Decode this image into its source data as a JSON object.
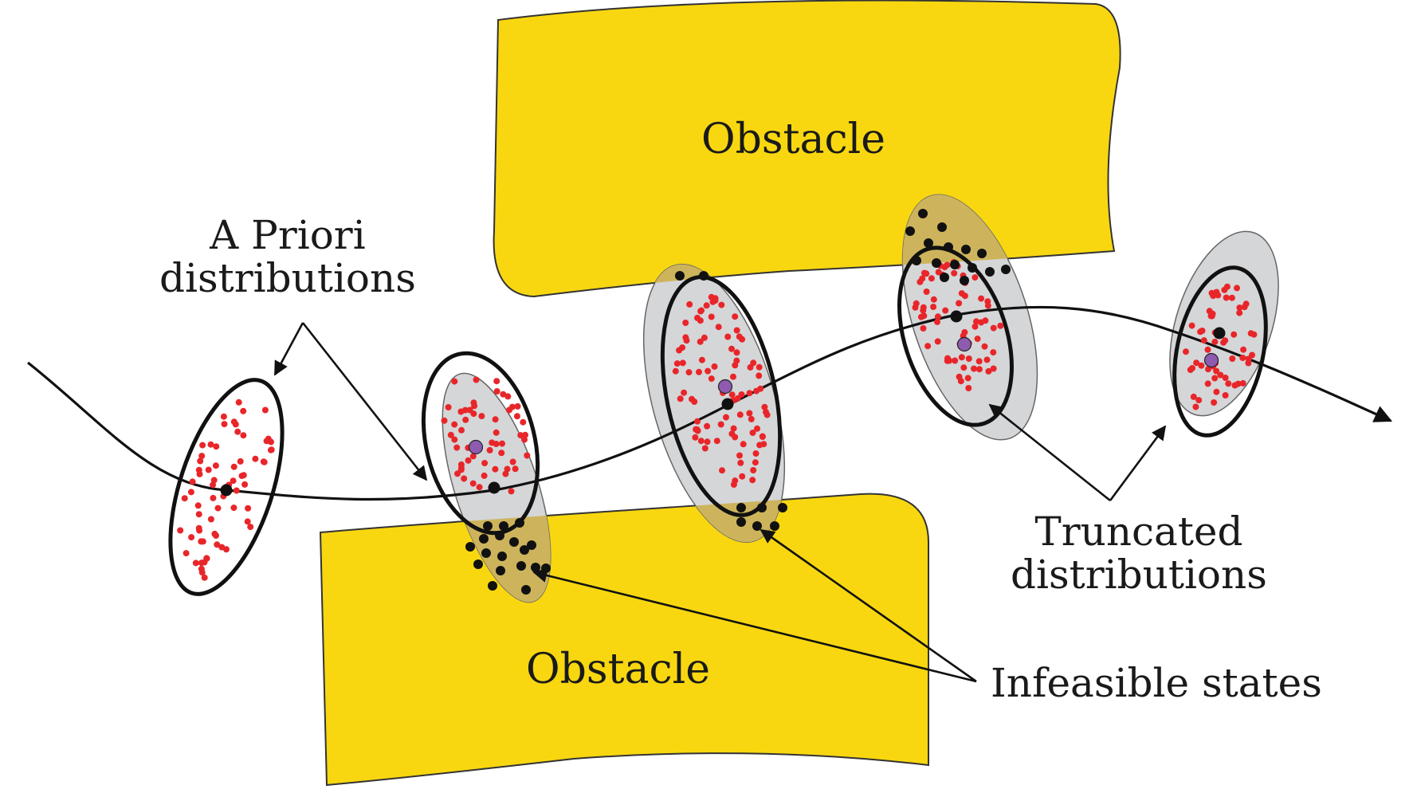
{
  "labels": {
    "obstacle_top": "Obstacle",
    "obstacle_bottom": "Obstacle",
    "a_priori": [
      "A Priori",
      "distributions"
    ],
    "truncated": [
      "Truncated",
      "distributions"
    ],
    "infeasible": "Infeasible states"
  },
  "colors": {
    "obstacle": "#f8d710",
    "truncated_fill": "#d5d6d8",
    "infeasible_overlap": "#cdb45c",
    "feasible_sample": "#e8262a",
    "infeasible_sample": "#111111",
    "mean_marker": "#8e5bb0",
    "line": "#111111"
  }
}
